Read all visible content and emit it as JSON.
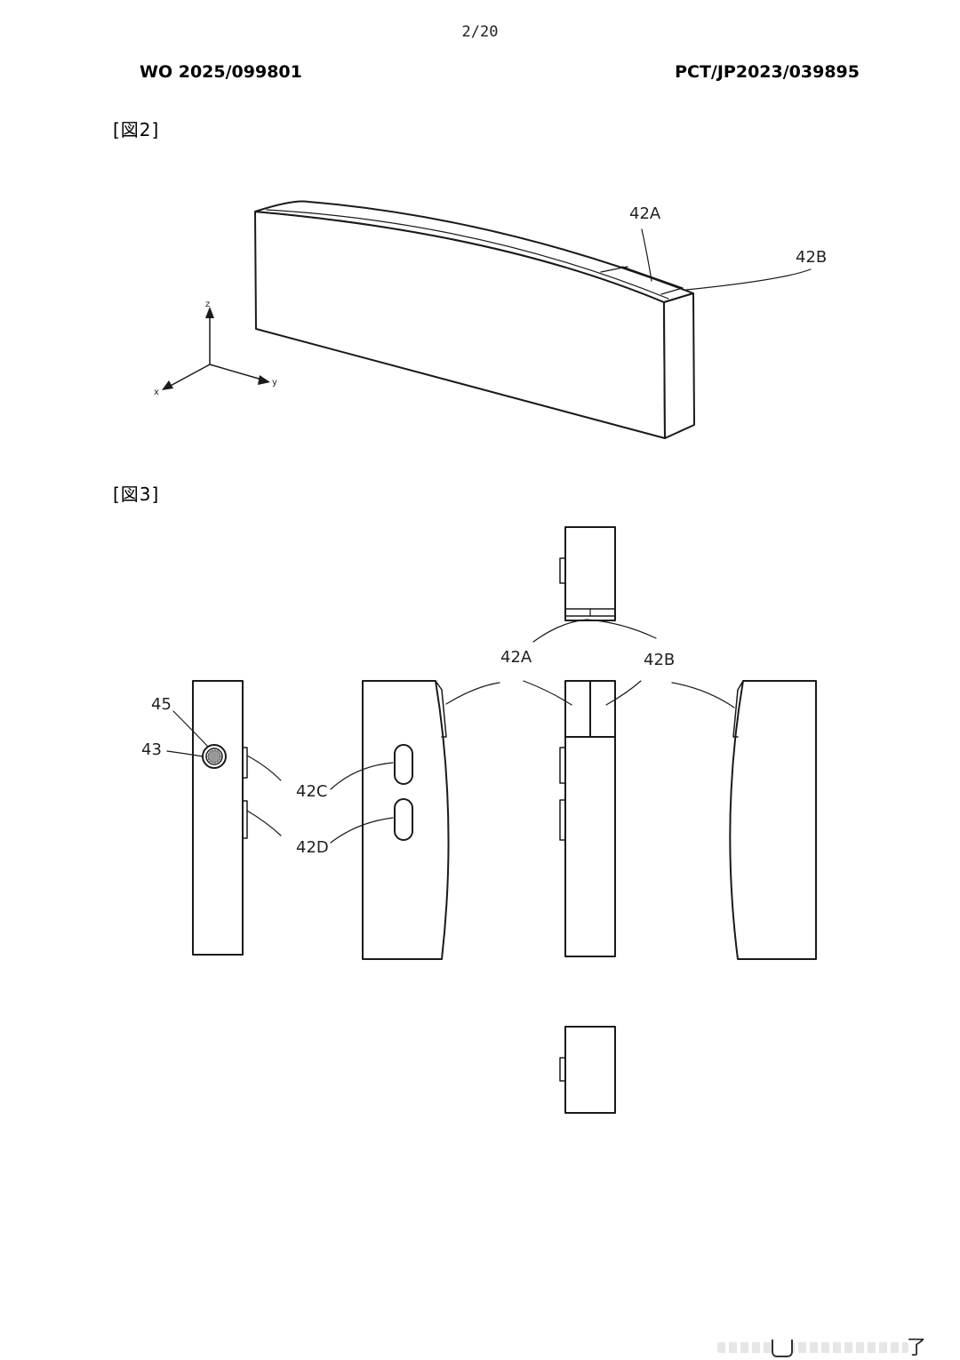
{
  "header": {
    "page_number": "2/20",
    "publication_number": "WO 2025/099801",
    "application_number": "PCT/JP2023/039895"
  },
  "figures": {
    "fig2": {
      "label": "[図2]",
      "refs": {
        "r42A": "42A",
        "r42B": "42B"
      },
      "axes": {
        "z": "z",
        "y": "y",
        "x": "x"
      }
    },
    "fig3": {
      "label": "[図3]",
      "refs": {
        "r45": "45",
        "r43": "43",
        "r42C": "42C",
        "r42D": "42D",
        "r42A": "42A",
        "r42B": "42B"
      }
    }
  },
  "footer": {
    "glyph": "了"
  }
}
